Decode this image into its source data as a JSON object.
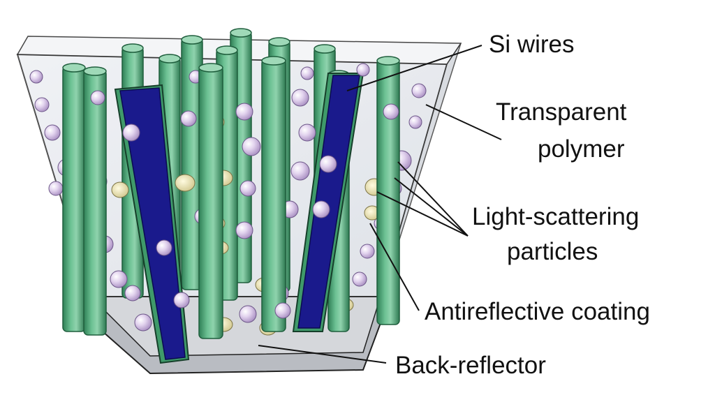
{
  "labels": {
    "si_wires": "Si wires",
    "transparent_polymer_line1": "Transparent",
    "transparent_polymer_line2": "polymer",
    "light_scattering_line1": "Light-scattering",
    "light_scattering_line2": "particles",
    "antireflective_coating": "Antireflective coating",
    "back_reflector": "Back-reflector"
  },
  "colors": {
    "wire_green": "#5fb487",
    "wire_dark": "#2c7a52",
    "wire_top": "#8fd1ad",
    "wire_core_blue": "#1a1a8c",
    "polymer": "#e6e9ee",
    "particle_lilac": "#d8c6e6",
    "particle_cream": "#ede7b4",
    "reflector": "#c9cbcf"
  }
}
